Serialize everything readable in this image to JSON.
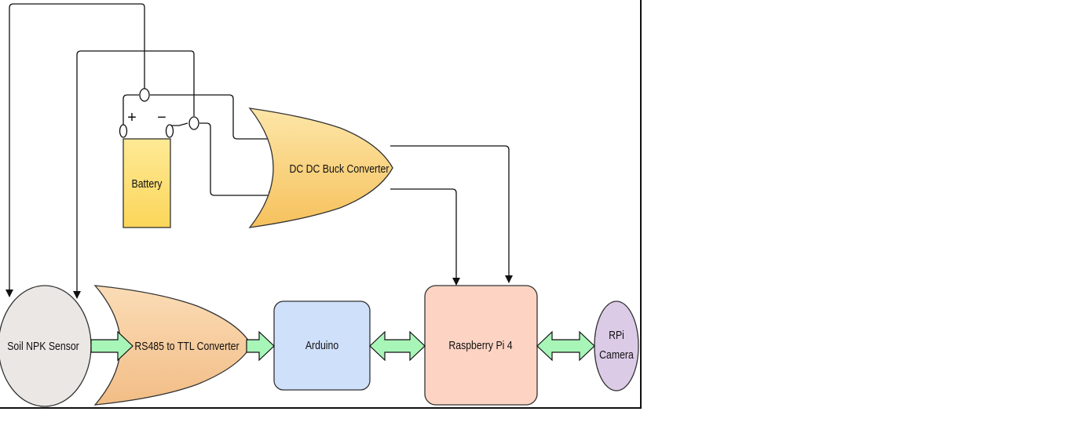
{
  "labels": {
    "battery": "Battery",
    "battery_plus": "+",
    "battery_minus": "−",
    "buck": "DC DC Buck Converter",
    "sensor": "Soil NPK Sensor",
    "rs485": "RS485 to TTL Converter",
    "arduino": "Arduino",
    "rpi": "Raspberry Pi 4",
    "camera_line1": "RPi",
    "camera_line2": "Camera"
  },
  "colors": {
    "battery": "#fde07a",
    "buck": "#fcd27e",
    "sensor": "#ebe7e4",
    "rs485": "#f9cf9e",
    "arduino": "#cfe0fb",
    "rpi": "#fdd4c4",
    "camera": "#dccbe7",
    "flow_arrow": "#a8f5b8",
    "frame": "#111111"
  }
}
